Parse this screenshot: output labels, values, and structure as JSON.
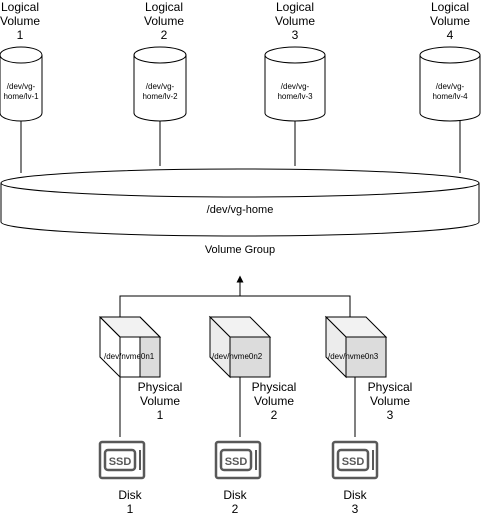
{
  "logical_volumes": [
    {
      "title": "Logical\nVolume\n1",
      "device": "/dev/vg-\nhome/lv-1"
    },
    {
      "title": "Logical\nVolume\n2",
      "device": "/dev/vg-\nhome/lv-2"
    },
    {
      "title": "Logical\nVolume\n3",
      "device": "/dev/vg-\nhome/lv-3"
    },
    {
      "title": "Logical\nVolume\n4",
      "device": "/dev/vg-\nhome/lv-4"
    }
  ],
  "volume_group": {
    "device": "/dev/vg-home",
    "label": "Volume Group"
  },
  "physical_volumes": [
    {
      "device": "/dev/nvme0n1",
      "title": "Physical\nVolume\n1"
    },
    {
      "device": "/dev/nvme0n2",
      "title": "Physical\nVolume\n2"
    },
    {
      "device": "/dev/nvme0n3",
      "title": "Physical\nVolume\n3"
    }
  ],
  "disks": [
    {
      "icon_text": "SSD",
      "title": "Disk\n1"
    },
    {
      "icon_text": "SSD",
      "title": "Disk\n2"
    },
    {
      "icon_text": "SSD",
      "title": "Disk\n3"
    }
  ],
  "colors": {
    "stroke": "#000000",
    "fill": "#ffffff",
    "cube_top": "#f2f2f2",
    "cube_side": "#dcdcdc",
    "ssd_icon": "#595959"
  }
}
